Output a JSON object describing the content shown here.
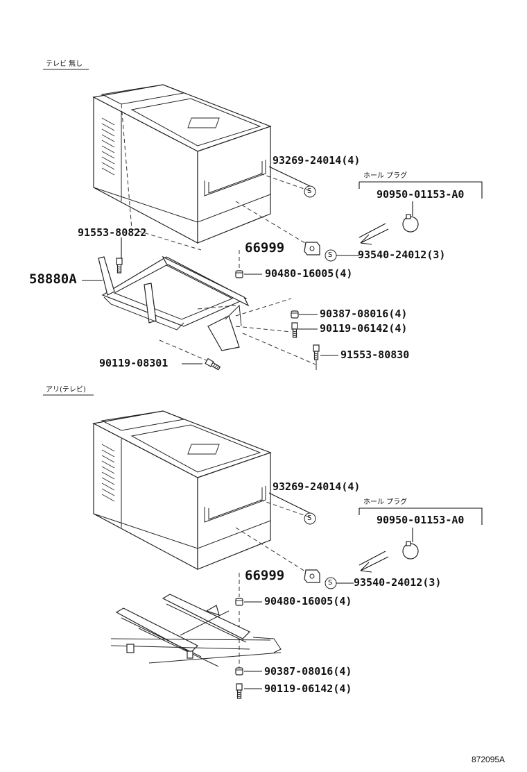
{
  "section_top_heading": "テレビ 無し",
  "section_bottom_heading": "アリ(テレビ)",
  "hole_plug_label": "ホール プラグ",
  "top": {
    "p93269": "93269-24014(4)",
    "p90950": "90950-01153-A0",
    "p91553a": "91553-80822",
    "p66999": "66999",
    "p93540": "93540-24012(3)",
    "p58880A": "58880A",
    "p90480": "90480-16005(4)",
    "p90387": "90387-08016(4)",
    "p90119a": "90119-06142(4)",
    "p91553b": "91553-80830",
    "p90119b": "90119-08301"
  },
  "bottom": {
    "p93269": "93269-24014(4)",
    "p90950": "90950-01153-A0",
    "p66999": "66999",
    "p93540": "93540-24012(3)",
    "p90480": "90480-16005(4)",
    "p90387": "90387-08016(4)",
    "p90119a": "90119-06142(4)"
  },
  "s_symbol": "S",
  "figure_code": "872095A"
}
